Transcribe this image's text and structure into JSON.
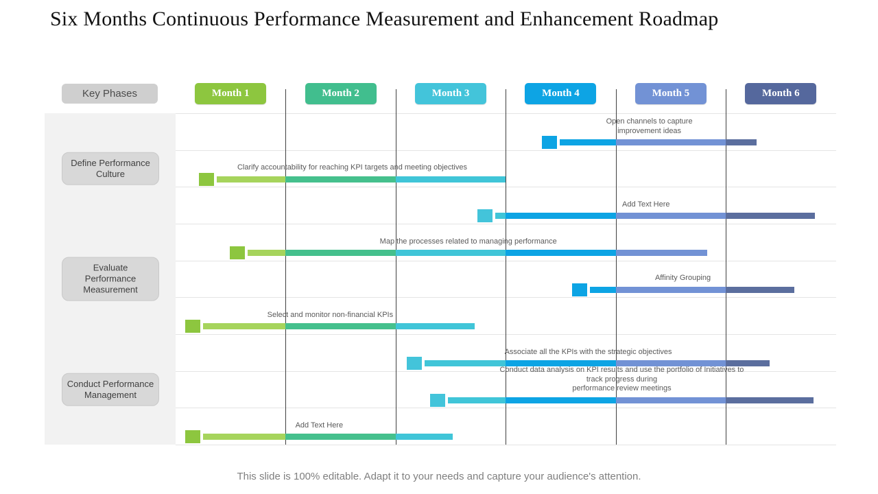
{
  "title": "Six Months Continuous Performance Measurement and Enhancement Roadmap",
  "header": {
    "key_phases_label": "Key Phases"
  },
  "months": [
    {
      "label": "Month 1",
      "color": "#8dc63f",
      "bar_color": "#a6d45c"
    },
    {
      "label": "Month 2",
      "color": "#41be8e",
      "bar_color": "#45c08d"
    },
    {
      "label": "Month 3",
      "color": "#43c4da",
      "bar_color": "#40c5d8"
    },
    {
      "label": "Month 4",
      "color": "#0da4e4",
      "bar_color": "#0da4e4"
    },
    {
      "label": "Month 5",
      "color": "#7292d5",
      "bar_color": "#7292d5"
    },
    {
      "label": "Month 6",
      "color": "#55689d",
      "bar_color": "#5b6e9e"
    }
  ],
  "phases": [
    {
      "label": "Define Performance Culture",
      "rows": [
        1,
        2,
        3
      ]
    },
    {
      "label": "Evaluate Performance Measurement",
      "rows": [
        4,
        5,
        6
      ]
    },
    {
      "label": "Conduct Performance Management",
      "rows": [
        7,
        8,
        9
      ]
    }
  ],
  "chart_data": {
    "type": "gantt",
    "unit": "months",
    "axis_range": [
      0,
      6
    ],
    "tasks": [
      {
        "row": 1,
        "label": "Open channels to capture\nimprovement ideas",
        "start": 3.33,
        "end": 5.28
      },
      {
        "row": 2,
        "label": "Clarify accountability for reaching KPI targets and meeting objectives",
        "start": 0.21,
        "end": 3.0
      },
      {
        "row": 3,
        "label": "Add Text Here",
        "start": 2.74,
        "end": 5.81
      },
      {
        "row": 4,
        "label": "Map the processes related to managing performance",
        "start": 0.49,
        "end": 4.83
      },
      {
        "row": 5,
        "label": "Affinity Grouping",
        "start": 3.6,
        "end": 5.62
      },
      {
        "row": 6,
        "label": "Select and monitor non-financial KPIs",
        "start": 0.09,
        "end": 2.72
      },
      {
        "row": 7,
        "label": "Associate all the KPIs with the strategic objectives",
        "start": 2.1,
        "end": 5.4
      },
      {
        "row": 8,
        "label": "Conduct data analysis on KPI results and use the portfolio of Initiatives to track progress during\nperformance review meetings",
        "start": 2.31,
        "end": 5.8
      },
      {
        "row": 9,
        "label": "Add Text Here",
        "start": 0.09,
        "end": 2.52
      }
    ]
  },
  "palette": {
    "grid_line": "#3f3f3f",
    "row_line": "#e4e4e4",
    "sidebar_bg": "#f2f2f2",
    "phase_box_bg": "#d8d8d8",
    "key_phases_bg": "#cfcfcf",
    "label_text": "#595959",
    "footer_text": "#7f7f7f"
  },
  "footer": "This slide is 100% editable. Adapt it to your needs and capture your audience's attention."
}
